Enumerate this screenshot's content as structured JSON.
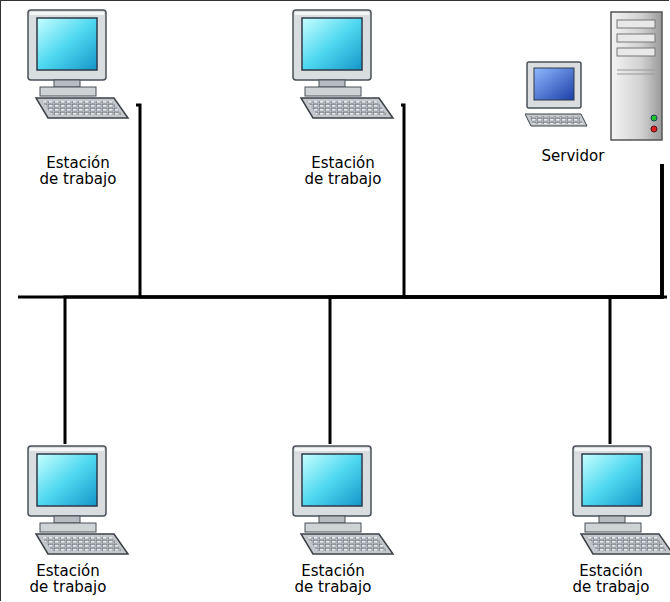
{
  "diagram": {
    "nodes": [
      {
        "text": [
          "Estación de trabajo"
        ]
      },
      {
        "text": [
          "Estación de trabajo"
        ]
      },
      {
        "text": [
          "Servidor"
        ]
      },
      {
        "text": [
          "Estación de trabajo"
        ]
      },
      {
        "text": [
          "Estación de trabajo"
        ]
      },
      {
        "text": [
          "Estación de trabajo"
        ]
      }
    ],
    "edges": [
      {
        "from": 2,
        "to": 0,
        "arrow": "none"
      },
      {
        "from": 2,
        "to": 1,
        "arrow": "none"
      },
      {
        "from": 2,
        "to": 3,
        "arrow": "none"
      },
      {
        "from": 2,
        "to": 4,
        "arrow": "none"
      },
      {
        "from": 2,
        "to": 5,
        "arrow": "none"
      }
    ]
  }
}
